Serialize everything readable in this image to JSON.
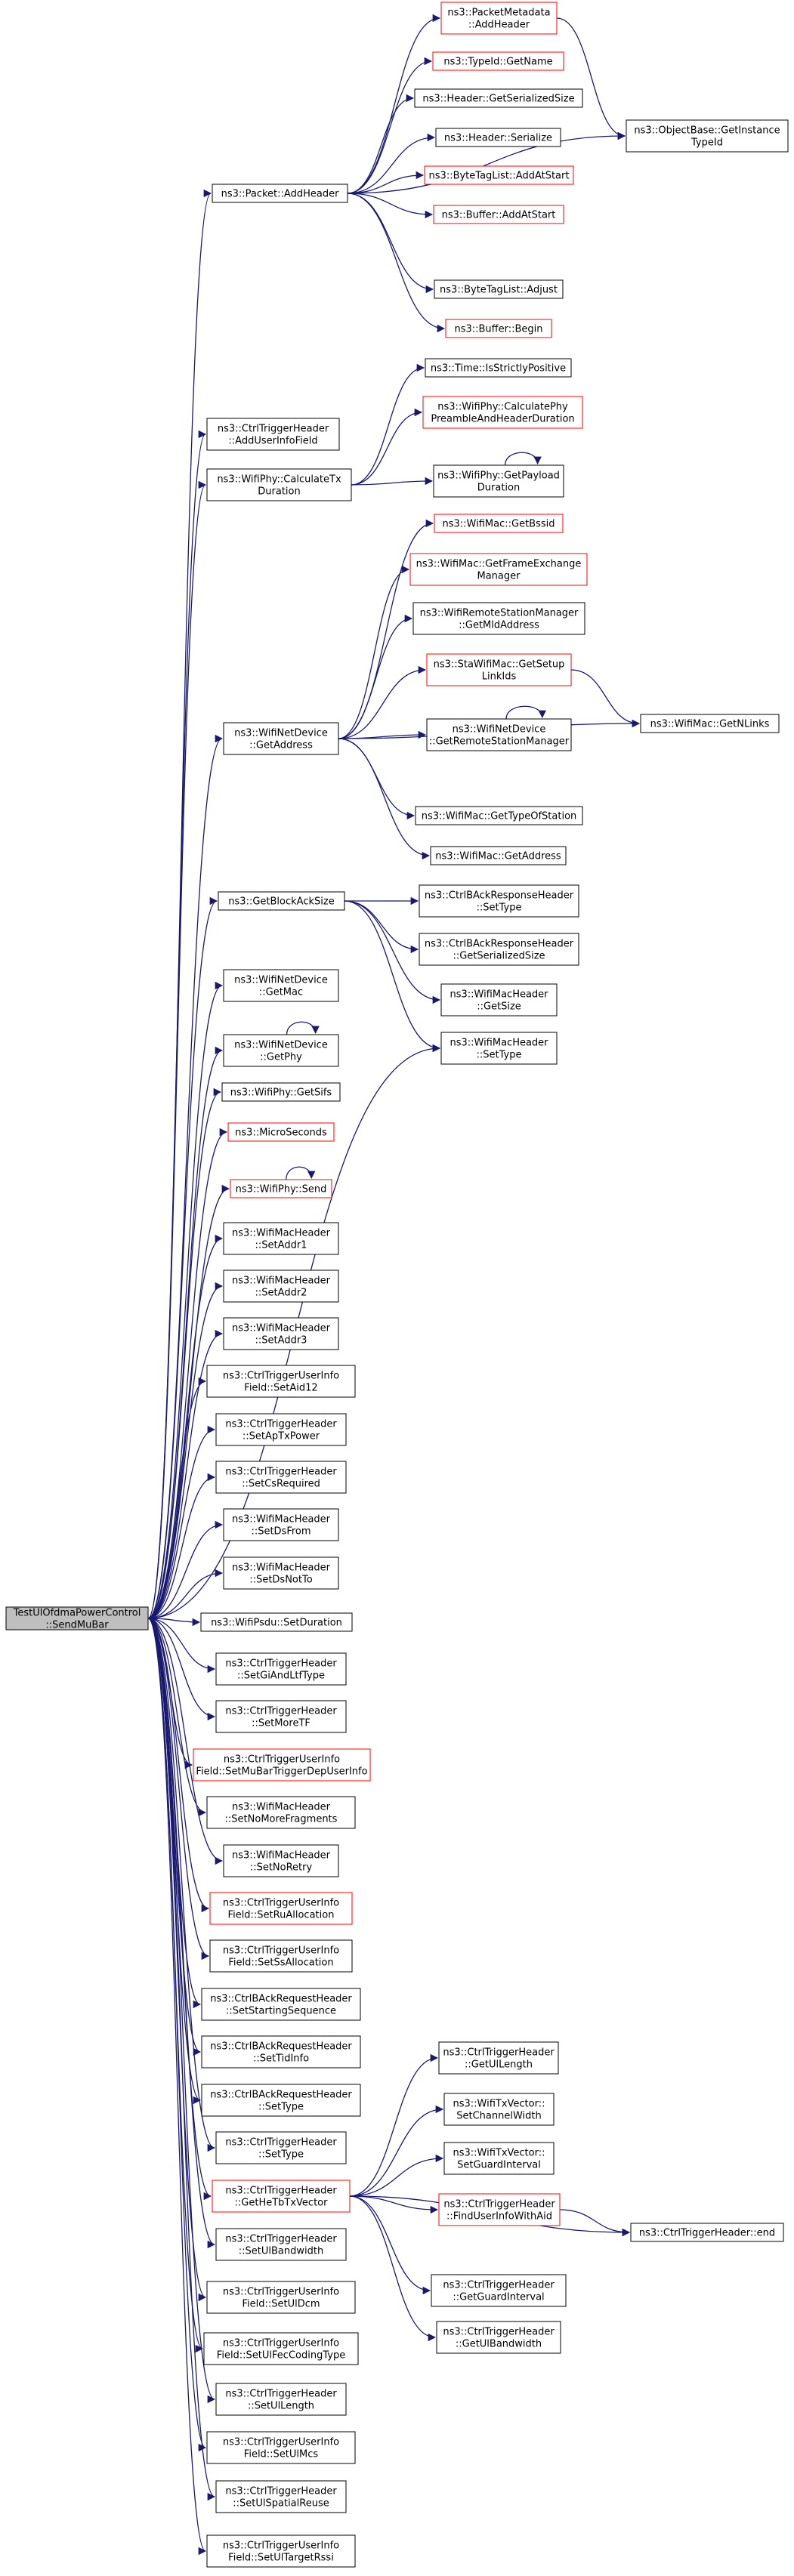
{
  "colors": {
    "edge": "#191970",
    "box_default": "#000000",
    "box_red": "#ff0000",
    "root_fill": "#bfbfbf",
    "node_fill": "#ffffff"
  },
  "graph": {
    "root": "root",
    "nodes": [
      {
        "id": "root",
        "lines": [
          "TestUlOfdmaPowerControl",
          "::SendMuBar"
        ],
        "style": "root"
      },
      {
        "id": "addHeader",
        "lines": [
          "ns3::Packet::AddHeader"
        ],
        "style": "black"
      },
      {
        "id": "pmAddHeader",
        "lines": [
          "ns3::PacketMetadata",
          "::AddHeader"
        ],
        "style": "red"
      },
      {
        "id": "typeIdGetName",
        "lines": [
          "ns3::TypeId::GetName"
        ],
        "style": "red"
      },
      {
        "id": "hdrGetSerSize",
        "lines": [
          "ns3::Header::GetSerializedSize"
        ],
        "style": "black"
      },
      {
        "id": "hdrSerialize",
        "lines": [
          "ns3::Header::Serialize"
        ],
        "style": "black"
      },
      {
        "id": "btlAddAtStart",
        "lines": [
          "ns3::ByteTagList::AddAtStart"
        ],
        "style": "red"
      },
      {
        "id": "bufAddAtStart",
        "lines": [
          "ns3::Buffer::AddAtStart"
        ],
        "style": "red"
      },
      {
        "id": "btlAdjust",
        "lines": [
          "ns3::ByteTagList::Adjust"
        ],
        "style": "black"
      },
      {
        "id": "bufBegin",
        "lines": [
          "ns3::Buffer::Begin"
        ],
        "style": "red"
      },
      {
        "id": "objGetInstTypeId",
        "lines": [
          "ns3::ObjectBase::GetInstance",
          "TypeId"
        ],
        "style": "black"
      },
      {
        "id": "addUserInfoField",
        "lines": [
          "ns3::CtrlTriggerHeader",
          "::AddUserInfoField"
        ],
        "style": "black"
      },
      {
        "id": "calcTxDur",
        "lines": [
          "ns3::WifiPhy::CalculateTx",
          "Duration"
        ],
        "style": "black"
      },
      {
        "id": "isStrictlyPos",
        "lines": [
          "ns3::Time::IsStrictlyPositive"
        ],
        "style": "black"
      },
      {
        "id": "calcPhyPreamble",
        "lines": [
          "ns3::WifiPhy::CalculatePhy",
          "PreambleAndHeaderDuration"
        ],
        "style": "red"
      },
      {
        "id": "getPayloadDur",
        "lines": [
          "ns3::WifiPhy::GetPayload",
          "Duration"
        ],
        "style": "black"
      },
      {
        "id": "wndGetAddress",
        "lines": [
          "ns3::WifiNetDevice",
          "::GetAddress"
        ],
        "style": "black"
      },
      {
        "id": "macGetBssid",
        "lines": [
          "ns3::WifiMac::GetBssid"
        ],
        "style": "red"
      },
      {
        "id": "macGetFem",
        "lines": [
          "ns3::WifiMac::GetFrameExchange",
          "Manager"
        ],
        "style": "red"
      },
      {
        "id": "rsmGetMld",
        "lines": [
          "ns3::WifiRemoteStationManager",
          "::GetMldAddress"
        ],
        "style": "black"
      },
      {
        "id": "staGetSetupLinkIds",
        "lines": [
          "ns3::StaWifiMac::GetSetup",
          "LinkIds"
        ],
        "style": "red"
      },
      {
        "id": "getNLinks",
        "lines": [
          "ns3::WifiMac::GetNLinks"
        ],
        "style": "black"
      },
      {
        "id": "wndGetRsm",
        "lines": [
          "ns3::WifiNetDevice",
          "::GetRemoteStationManager"
        ],
        "style": "black"
      },
      {
        "id": "macGetTypeOfStation",
        "lines": [
          "ns3::WifiMac::GetTypeOfStation"
        ],
        "style": "black"
      },
      {
        "id": "macGetAddress",
        "lines": [
          "ns3::WifiMac::GetAddress"
        ],
        "style": "black"
      },
      {
        "id": "getBlockAckSize",
        "lines": [
          "ns3::GetBlockAckSize"
        ],
        "style": "black"
      },
      {
        "id": "barespSetType",
        "lines": [
          "ns3::CtrlBAckResponseHeader",
          "::SetType"
        ],
        "style": "black"
      },
      {
        "id": "barespGetSerSize",
        "lines": [
          "ns3::CtrlBAckResponseHeader",
          "::GetSerializedSize"
        ],
        "style": "black"
      },
      {
        "id": "wmhGetSize",
        "lines": [
          "ns3::WifiMacHeader",
          "::GetSize"
        ],
        "style": "black"
      },
      {
        "id": "wmhSetType",
        "lines": [
          "ns3::WifiMacHeader",
          "::SetType"
        ],
        "style": "black"
      },
      {
        "id": "wndGetMac",
        "lines": [
          "ns3::WifiNetDevice",
          "::GetMac"
        ],
        "style": "black"
      },
      {
        "id": "wndGetPhy",
        "lines": [
          "ns3::WifiNetDevice",
          "::GetPhy"
        ],
        "style": "black"
      },
      {
        "id": "phyGetSifs",
        "lines": [
          "ns3::WifiPhy::GetSifs"
        ],
        "style": "black"
      },
      {
        "id": "microSeconds",
        "lines": [
          "ns3::MicroSeconds"
        ],
        "style": "red"
      },
      {
        "id": "phySend",
        "lines": [
          "ns3::WifiPhy::Send"
        ],
        "style": "red"
      },
      {
        "id": "setAddr1",
        "lines": [
          "ns3::WifiMacHeader",
          "::SetAddr1"
        ],
        "style": "black"
      },
      {
        "id": "setAddr2",
        "lines": [
          "ns3::WifiMacHeader",
          "::SetAddr2"
        ],
        "style": "black"
      },
      {
        "id": "setAddr3",
        "lines": [
          "ns3::WifiMacHeader",
          "::SetAddr3"
        ],
        "style": "black"
      },
      {
        "id": "setAid12",
        "lines": [
          "ns3::CtrlTriggerUserInfo",
          "Field::SetAid12"
        ],
        "style": "black"
      },
      {
        "id": "setApTxPower",
        "lines": [
          "ns3::CtrlTriggerHeader",
          "::SetApTxPower"
        ],
        "style": "black"
      },
      {
        "id": "setCsRequired",
        "lines": [
          "ns3::CtrlTriggerHeader",
          "::SetCsRequired"
        ],
        "style": "black"
      },
      {
        "id": "setDsFrom",
        "lines": [
          "ns3::WifiMacHeader",
          "::SetDsFrom"
        ],
        "style": "black"
      },
      {
        "id": "setDsNotTo",
        "lines": [
          "ns3::WifiMacHeader",
          "::SetDsNotTo"
        ],
        "style": "black"
      },
      {
        "id": "psduSetDuration",
        "lines": [
          "ns3::WifiPsdu::SetDuration"
        ],
        "style": "black"
      },
      {
        "id": "setGiAndLtfType",
        "lines": [
          "ns3::CtrlTriggerHeader",
          "::SetGiAndLtfType"
        ],
        "style": "black"
      },
      {
        "id": "setMoreTF",
        "lines": [
          "ns3::CtrlTriggerHeader",
          "::SetMoreTF"
        ],
        "style": "black"
      },
      {
        "id": "setMuBarDep",
        "lines": [
          "ns3::CtrlTriggerUserInfo",
          "Field::SetMuBarTriggerDepUserInfo"
        ],
        "style": "red"
      },
      {
        "id": "setNoMoreFrag",
        "lines": [
          "ns3::WifiMacHeader",
          "::SetNoMoreFragments"
        ],
        "style": "black"
      },
      {
        "id": "setNoRetry",
        "lines": [
          "ns3::WifiMacHeader",
          "::SetNoRetry"
        ],
        "style": "black"
      },
      {
        "id": "setRuAlloc",
        "lines": [
          "ns3::CtrlTriggerUserInfo",
          "Field::SetRuAllocation"
        ],
        "style": "red"
      },
      {
        "id": "setSsAlloc",
        "lines": [
          "ns3::CtrlTriggerUserInfo",
          "Field::SetSsAllocation"
        ],
        "style": "black"
      },
      {
        "id": "setStartSeq",
        "lines": [
          "ns3::CtrlBAckRequestHeader",
          "::SetStartingSequence"
        ],
        "style": "black"
      },
      {
        "id": "setTidInfo",
        "lines": [
          "ns3::CtrlBAckRequestHeader",
          "::SetTidInfo"
        ],
        "style": "black"
      },
      {
        "id": "barSetType",
        "lines": [
          "ns3::CtrlBAckRequestHeader",
          "::SetType"
        ],
        "style": "black"
      },
      {
        "id": "trigSetType",
        "lines": [
          "ns3::CtrlTriggerHeader",
          "::SetType"
        ],
        "style": "black"
      },
      {
        "id": "getHeTbTxVector",
        "lines": [
          "ns3::CtrlTriggerHeader",
          "::GetHeTbTxVector"
        ],
        "style": "red"
      },
      {
        "id": "getUlLength",
        "lines": [
          "ns3::CtrlTriggerHeader",
          "::GetUlLength"
        ],
        "style": "black"
      },
      {
        "id": "setChannelWidth",
        "lines": [
          "ns3::WifiTxVector::",
          "SetChannelWidth"
        ],
        "style": "black"
      },
      {
        "id": "setGuardInterval",
        "lines": [
          "ns3::WifiTxVector::",
          "SetGuardInterval"
        ],
        "style": "black"
      },
      {
        "id": "findUserInfoWithAid",
        "lines": [
          "ns3::CtrlTriggerHeader",
          "::FindUserInfoWithAid"
        ],
        "style": "red"
      },
      {
        "id": "trigEnd",
        "lines": [
          "ns3::CtrlTriggerHeader::end"
        ],
        "style": "black"
      },
      {
        "id": "getGuardInterval",
        "lines": [
          "ns3::CtrlTriggerHeader",
          "::GetGuardInterval"
        ],
        "style": "black"
      },
      {
        "id": "getUlBandwidth",
        "lines": [
          "ns3::CtrlTriggerHeader",
          "::GetUlBandwidth"
        ],
        "style": "black"
      },
      {
        "id": "setUlBandwidth",
        "lines": [
          "ns3::CtrlTriggerHeader",
          "::SetUlBandwidth"
        ],
        "style": "black"
      },
      {
        "id": "setUlDcm",
        "lines": [
          "ns3::CtrlTriggerUserInfo",
          "Field::SetUlDcm"
        ],
        "style": "black"
      },
      {
        "id": "setUlFecCoding",
        "lines": [
          "ns3::CtrlTriggerUserInfo",
          "Field::SetUlFecCodingType"
        ],
        "style": "black"
      },
      {
        "id": "setUlLength",
        "lines": [
          "ns3::CtrlTriggerHeader",
          "::SetUlLength"
        ],
        "style": "black"
      },
      {
        "id": "setUlMcs",
        "lines": [
          "ns3::CtrlTriggerUserInfo",
          "Field::SetUlMcs"
        ],
        "style": "black"
      },
      {
        "id": "setUlSpatialReuse",
        "lines": [
          "ns3::CtrlTriggerHeader",
          "::SetUlSpatialReuse"
        ],
        "style": "black"
      },
      {
        "id": "setUlTargetRssi",
        "lines": [
          "ns3::CtrlTriggerUserInfo",
          "Field::SetUlTargetRssi"
        ],
        "style": "black"
      }
    ],
    "edges": [
      [
        "root",
        "addHeader"
      ],
      [
        "root",
        "addUserInfoField"
      ],
      [
        "root",
        "calcTxDur"
      ],
      [
        "root",
        "wndGetAddress"
      ],
      [
        "root",
        "getBlockAckSize"
      ],
      [
        "root",
        "wmhSetType"
      ],
      [
        "root",
        "wndGetMac"
      ],
      [
        "root",
        "wndGetPhy"
      ],
      [
        "root",
        "phyGetSifs"
      ],
      [
        "root",
        "microSeconds"
      ],
      [
        "root",
        "phySend"
      ],
      [
        "root",
        "setAddr1"
      ],
      [
        "root",
        "setAddr2"
      ],
      [
        "root",
        "setAddr3"
      ],
      [
        "root",
        "setAid12"
      ],
      [
        "root",
        "setApTxPower"
      ],
      [
        "root",
        "setCsRequired"
      ],
      [
        "root",
        "setDsFrom"
      ],
      [
        "root",
        "setDsNotTo"
      ],
      [
        "root",
        "psduSetDuration"
      ],
      [
        "root",
        "setGiAndLtfType"
      ],
      [
        "root",
        "setMoreTF"
      ],
      [
        "root",
        "setMuBarDep"
      ],
      [
        "root",
        "setNoMoreFrag"
      ],
      [
        "root",
        "setNoRetry"
      ],
      [
        "root",
        "setRuAlloc"
      ],
      [
        "root",
        "setSsAlloc"
      ],
      [
        "root",
        "setStartSeq"
      ],
      [
        "root",
        "setTidInfo"
      ],
      [
        "root",
        "barSetType"
      ],
      [
        "root",
        "trigSetType"
      ],
      [
        "root",
        "getHeTbTxVector"
      ],
      [
        "root",
        "setUlBandwidth"
      ],
      [
        "root",
        "setUlDcm"
      ],
      [
        "root",
        "setUlFecCoding"
      ],
      [
        "root",
        "setUlLength"
      ],
      [
        "root",
        "setUlMcs"
      ],
      [
        "root",
        "setUlSpatialReuse"
      ],
      [
        "root",
        "setUlTargetRssi"
      ],
      [
        "addHeader",
        "pmAddHeader"
      ],
      [
        "addHeader",
        "typeIdGetName"
      ],
      [
        "addHeader",
        "hdrGetSerSize"
      ],
      [
        "addHeader",
        "hdrSerialize"
      ],
      [
        "addHeader",
        "btlAddAtStart"
      ],
      [
        "addHeader",
        "bufAddAtStart"
      ],
      [
        "addHeader",
        "objGetInstTypeId"
      ],
      [
        "addHeader",
        "btlAdjust"
      ],
      [
        "addHeader",
        "bufBegin"
      ],
      [
        "pmAddHeader",
        "objGetInstTypeId"
      ],
      [
        "calcTxDur",
        "isStrictlyPos"
      ],
      [
        "calcTxDur",
        "calcPhyPreamble"
      ],
      [
        "calcTxDur",
        "getPayloadDur"
      ],
      [
        "getPayloadDur",
        "getPayloadDur"
      ],
      [
        "wndGetAddress",
        "macGetBssid"
      ],
      [
        "wndGetAddress",
        "macGetFem"
      ],
      [
        "wndGetAddress",
        "rsmGetMld"
      ],
      [
        "wndGetAddress",
        "staGetSetupLinkIds"
      ],
      [
        "wndGetAddress",
        "wndGetRsm"
      ],
      [
        "wndGetAddress",
        "getNLinks"
      ],
      [
        "wndGetAddress",
        "macGetTypeOfStation"
      ],
      [
        "wndGetAddress",
        "macGetAddress"
      ],
      [
        "staGetSetupLinkIds",
        "getNLinks"
      ],
      [
        "wndGetRsm",
        "wndGetRsm"
      ],
      [
        "getBlockAckSize",
        "barespSetType"
      ],
      [
        "getBlockAckSize",
        "barespGetSerSize"
      ],
      [
        "getBlockAckSize",
        "wmhGetSize"
      ],
      [
        "getBlockAckSize",
        "wmhSetType"
      ],
      [
        "wndGetPhy",
        "wndGetPhy"
      ],
      [
        "phySend",
        "phySend"
      ],
      [
        "getHeTbTxVector",
        "getUlLength"
      ],
      [
        "getHeTbTxVector",
        "setChannelWidth"
      ],
      [
        "getHeTbTxVector",
        "setGuardInterval"
      ],
      [
        "getHeTbTxVector",
        "findUserInfoWithAid"
      ],
      [
        "getHeTbTxVector",
        "trigEnd"
      ],
      [
        "getHeTbTxVector",
        "getGuardInterval"
      ],
      [
        "getHeTbTxVector",
        "getUlBandwidth"
      ],
      [
        "findUserInfoWithAid",
        "trigEnd"
      ]
    ]
  }
}
